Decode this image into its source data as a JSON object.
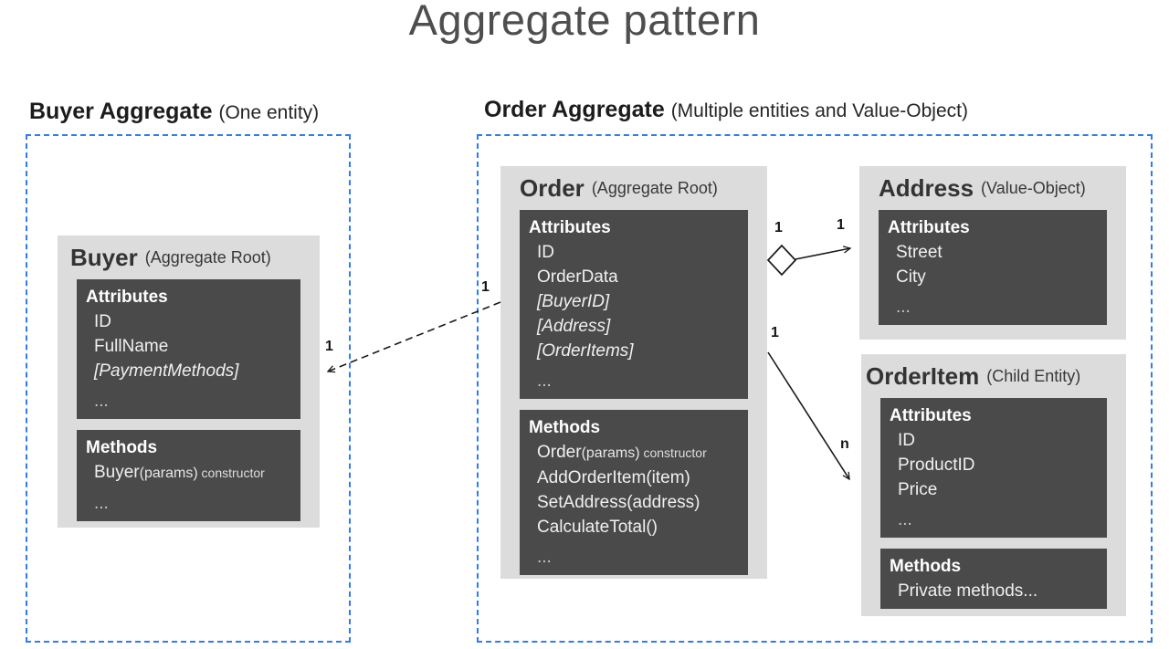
{
  "title": "Aggregate pattern",
  "groups": {
    "buyer": {
      "label": "Buyer Aggregate",
      "sublabel": "(One entity)"
    },
    "order": {
      "label": "Order Aggregate",
      "sublabel": "(Multiple entities and Value-Object)"
    }
  },
  "entities": {
    "buyer": {
      "name": "Buyer",
      "stereotype": "(Aggregate Root)",
      "attributes": {
        "header": "Attributes",
        "items": [
          {
            "segments": [
              {
                "text": "ID",
                "style": "normal"
              }
            ]
          },
          {
            "segments": [
              {
                "text": "FullName",
                "style": "normal"
              }
            ]
          },
          {
            "segments": [
              {
                "text": "[PaymentMethods]",
                "style": "italic"
              }
            ]
          },
          {
            "gap": true,
            "segments": [
              {
                "text": "...",
                "style": "dim"
              }
            ]
          }
        ]
      },
      "methods": {
        "header": "Methods",
        "items": [
          {
            "segments": [
              {
                "text": "Buyer",
                "style": "normal"
              },
              {
                "text": "(params)",
                "style": "params"
              },
              {
                "text": " constructor",
                "style": "note"
              }
            ]
          },
          {
            "gap": true,
            "segments": [
              {
                "text": "...",
                "style": "dim"
              }
            ]
          }
        ]
      }
    },
    "order": {
      "name": "Order",
      "stereotype": "(Aggregate Root)",
      "attributes": {
        "header": "Attributes",
        "items": [
          {
            "segments": [
              {
                "text": "ID",
                "style": "normal"
              }
            ]
          },
          {
            "segments": [
              {
                "text": "OrderData",
                "style": "normal"
              }
            ]
          },
          {
            "segments": [
              {
                "text": "[BuyerID]",
                "style": "italic"
              }
            ]
          },
          {
            "segments": [
              {
                "text": "[Address]",
                "style": "italic"
              }
            ]
          },
          {
            "segments": [
              {
                "text": "[OrderItems]",
                "style": "italic"
              }
            ]
          },
          {
            "gap": true,
            "segments": [
              {
                "text": "...",
                "style": "dim"
              }
            ]
          }
        ]
      },
      "methods": {
        "header": "Methods",
        "items": [
          {
            "segments": [
              {
                "text": "Order",
                "style": "normal"
              },
              {
                "text": "(params)",
                "style": "params"
              },
              {
                "text": " constructor",
                "style": "note"
              }
            ]
          },
          {
            "segments": [
              {
                "text": "AddOrderItem(item)",
                "style": "normal"
              }
            ]
          },
          {
            "segments": [
              {
                "text": "SetAddress(address)",
                "style": "normal"
              }
            ]
          },
          {
            "segments": [
              {
                "text": "CalculateTotal()",
                "style": "normal"
              }
            ]
          },
          {
            "gap": true,
            "segments": [
              {
                "text": "...",
                "style": "dim"
              }
            ]
          }
        ]
      }
    },
    "address": {
      "name": "Address",
      "stereotype": "(Value-Object)",
      "attributes": {
        "header": "Attributes",
        "items": [
          {
            "segments": [
              {
                "text": "Street",
                "style": "normal"
              }
            ]
          },
          {
            "segments": [
              {
                "text": "City",
                "style": "normal"
              }
            ]
          },
          {
            "gap": true,
            "segments": [
              {
                "text": "...",
                "style": "dim"
              }
            ]
          }
        ]
      }
    },
    "orderitem": {
      "name": "OrderItem",
      "stereotype": "(Child Entity)",
      "attributes": {
        "header": "Attributes",
        "items": [
          {
            "segments": [
              {
                "text": "ID",
                "style": "normal"
              }
            ]
          },
          {
            "segments": [
              {
                "text": "ProductID",
                "style": "normal"
              }
            ]
          },
          {
            "segments": [
              {
                "text": "Price",
                "style": "normal"
              }
            ]
          },
          {
            "gap": true,
            "segments": [
              {
                "text": "...",
                "style": "dim"
              }
            ]
          }
        ]
      },
      "methods": {
        "header": "Methods",
        "items": [
          {
            "segments": [
              {
                "text": "Private methods...",
                "style": "normal"
              }
            ]
          }
        ]
      }
    }
  },
  "relationships": {
    "order_buyer": {
      "style": "dashed-arrow",
      "from": "1",
      "to": "1"
    },
    "order_address": {
      "style": "aggregation-diamond-arrow",
      "from": "1",
      "to": "1"
    },
    "order_orderitem": {
      "style": "solid-arrow",
      "from": "1",
      "to": "n"
    }
  },
  "colors": {
    "accent_blue": "#2e7bf2",
    "box_dark": "#4a4a4a",
    "box_light": "#dcdcdc",
    "line": "#1a1a1a",
    "title_gray": "#4e4e4e"
  }
}
